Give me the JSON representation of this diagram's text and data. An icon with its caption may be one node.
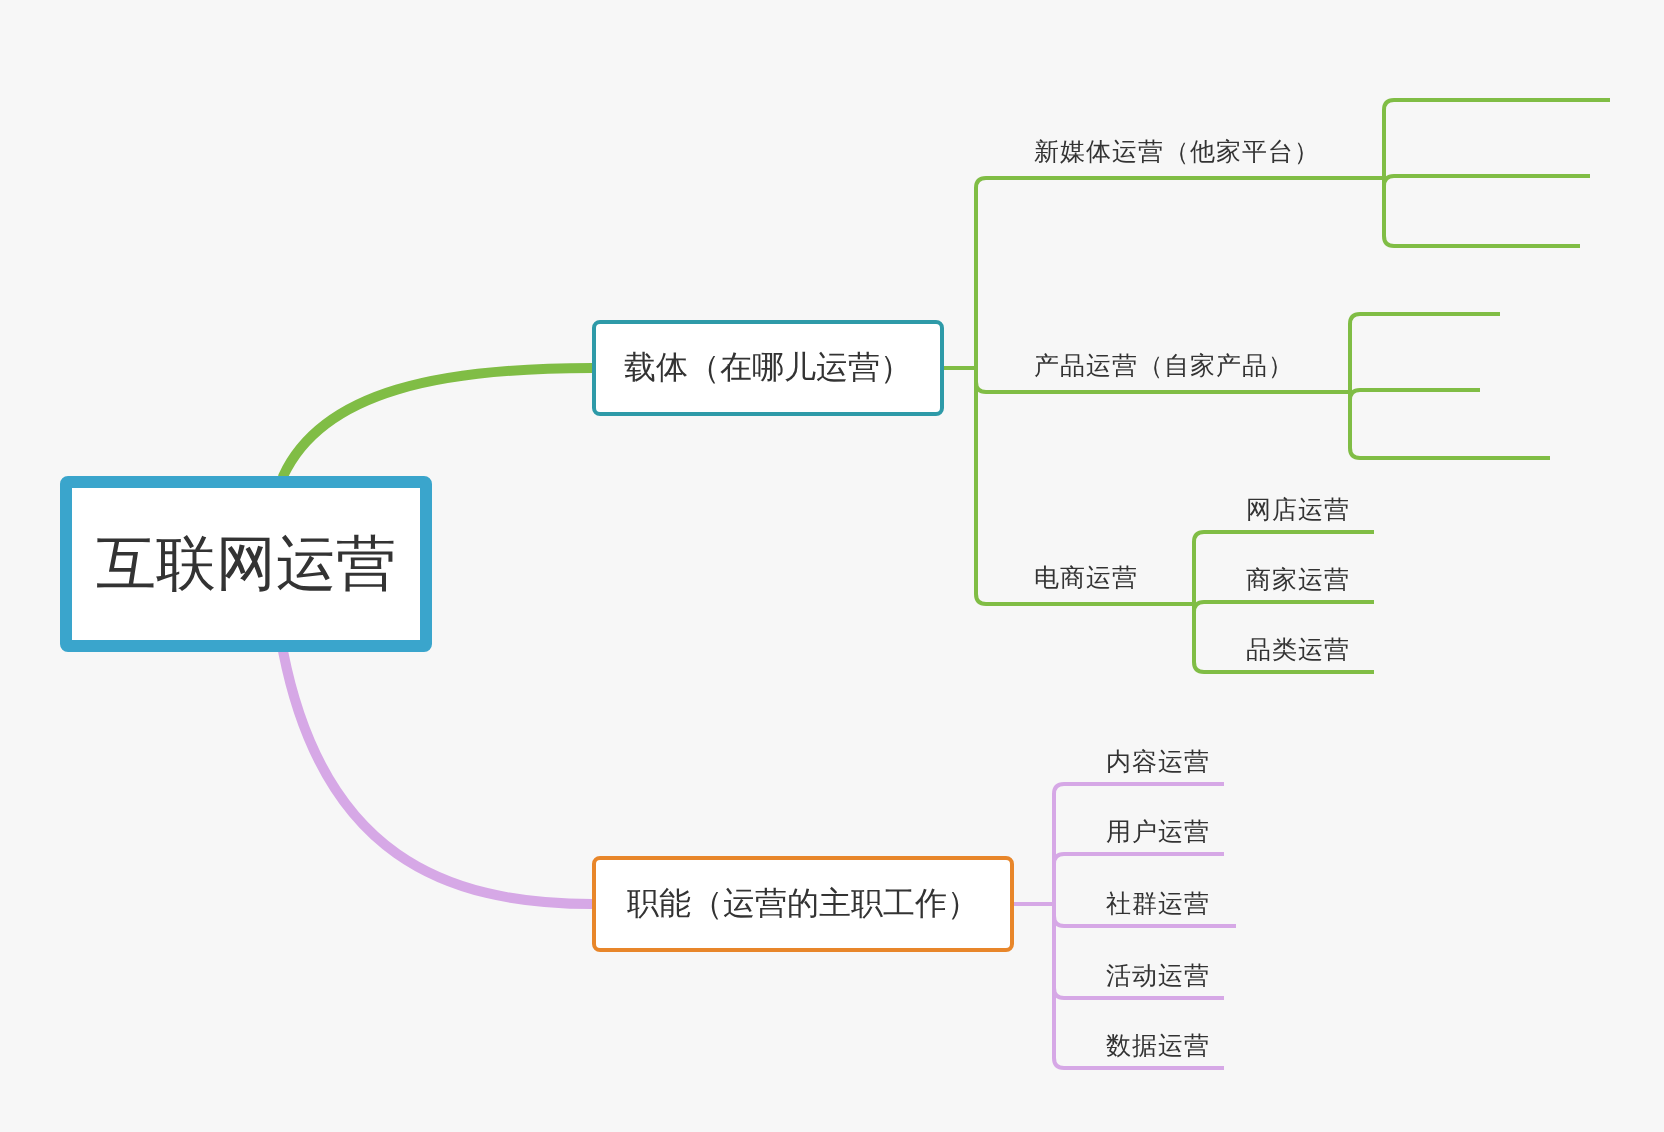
{
  "diagram": {
    "nodes": [
      {
        "text": [
          "互联网运营"
        ]
      },
      {
        "text": [
          "载体（在哪儿运营）"
        ]
      },
      {
        "text": [
          "新媒体运营（他家平台）"
        ]
      },
      {
        "text": [],
        "shape": "line"
      },
      {
        "text": [],
        "shape": "line"
      },
      {
        "text": [],
        "shape": "line"
      },
      {
        "text": [
          "产品运营（自家产品）"
        ]
      },
      {
        "text": [],
        "shape": "line"
      },
      {
        "text": [],
        "shape": "line"
      },
      {
        "text": [],
        "shape": "line"
      },
      {
        "text": [
          "电商运营"
        ]
      },
      {
        "text": [
          "网店运营"
        ]
      },
      {
        "text": [
          "商家运营"
        ]
      },
      {
        "text": [
          "品类运营"
        ]
      },
      {
        "text": [
          "职能（运营的主职工作）"
        ]
      },
      {
        "text": [
          "内容运营"
        ]
      },
      {
        "text": [
          "用户运营"
        ]
      },
      {
        "text": [
          "社群运营"
        ]
      },
      {
        "text": [
          "活动运营"
        ]
      },
      {
        "text": [
          "数据运营"
        ]
      }
    ],
    "edges": [
      {
        "from": 0,
        "to": 1,
        "arrow": "none",
        "style": "thick"
      },
      {
        "from": 1,
        "to": 2,
        "arrow": "none"
      },
      {
        "from": 2,
        "to": 3,
        "arrow": "none"
      },
      {
        "from": 2,
        "to": 4,
        "arrow": "none"
      },
      {
        "from": 2,
        "to": 5,
        "arrow": "none"
      },
      {
        "from": 1,
        "to": 6,
        "arrow": "none"
      },
      {
        "from": 6,
        "to": 7,
        "arrow": "none"
      },
      {
        "from": 6,
        "to": 8,
        "arrow": "none"
      },
      {
        "from": 6,
        "to": 9,
        "arrow": "none"
      },
      {
        "from": 1,
        "to": 10,
        "arrow": "none"
      },
      {
        "from": 10,
        "to": 11,
        "arrow": "none"
      },
      {
        "from": 10,
        "to": 12,
        "arrow": "none"
      },
      {
        "from": 10,
        "to": 13,
        "arrow": "none"
      },
      {
        "from": 0,
        "to": 14,
        "arrow": "none",
        "style": "thick",
        "color": "#d6a8e6"
      },
      {
        "from": 14,
        "to": 15,
        "arrow": "none",
        "color": "#d6a8e6"
      },
      {
        "from": 14,
        "to": 16,
        "arrow": "none",
        "color": "#d6a8e6"
      },
      {
        "from": 14,
        "to": 17,
        "arrow": "none",
        "color": "#d6a8e6"
      },
      {
        "from": 14,
        "to": 18,
        "arrow": "none",
        "color": "#d6a8e6"
      },
      {
        "from": 14,
        "to": 19,
        "arrow": "none",
        "color": "#d6a8e6"
      }
    ]
  }
}
